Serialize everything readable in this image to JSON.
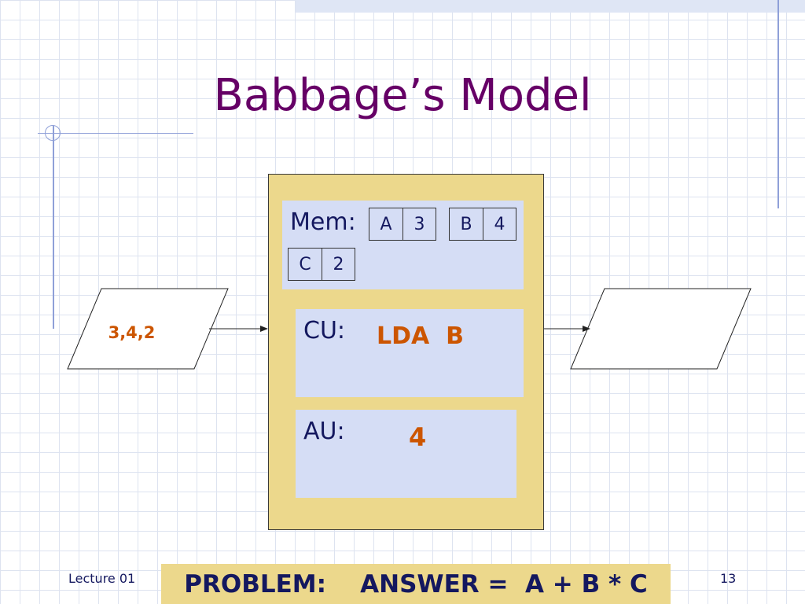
{
  "slide": {
    "title": "Babbage’s Model",
    "footer_left": "Lecture 01",
    "footer_right": "13",
    "problem": "PROBLEM:    ANSWER =  A + B * C"
  },
  "memory": {
    "label": "Mem:",
    "cells": [
      {
        "name": "A",
        "value": "3"
      },
      {
        "name": "B",
        "value": "4"
      },
      {
        "name": "C",
        "value": "2"
      }
    ]
  },
  "control_unit": {
    "label": "CU:",
    "instruction": "LDA  B"
  },
  "arithmetic_unit": {
    "label": "AU:",
    "value": "4"
  },
  "input": {
    "value": "3,4,2"
  },
  "output": {
    "value": ""
  },
  "colors": {
    "title": "#660066",
    "label": "#14185f",
    "highlight": "#cc5500",
    "machine_fill": "#ecd88c",
    "panel_fill": "#d5ddf5"
  }
}
